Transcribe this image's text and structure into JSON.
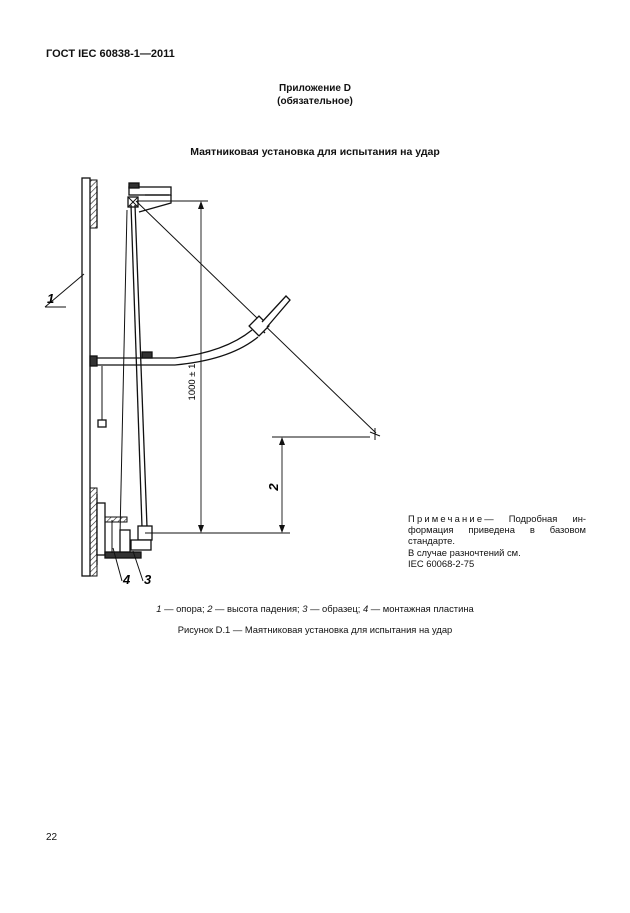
{
  "header": {
    "doc_id": "ГОСТ IEC 60838-1—2011"
  },
  "annex": {
    "title": "Приложение D",
    "status": "(обязательное)"
  },
  "figure": {
    "title": "Маятниковая установка для испытания на удар",
    "callouts": {
      "c1": "1",
      "c2": "2",
      "c3": "3",
      "c4": "4"
    },
    "dimension": "1000 ± 1"
  },
  "note": {
    "label": "Примечание",
    "line1": "— Подробная ин-",
    "line2": "формация приведена в базовом",
    "line3": "стандарте.",
    "line4": "В случае разночтений см.",
    "line5": "IEC 60068-2-75"
  },
  "legend": {
    "n1": "1",
    "t1": " — опора;  ",
    "n2": "2",
    "t2": " — высота падения;  ",
    "n3": "3",
    "t3": " — образец;  ",
    "n4": "4",
    "t4": " — монтажная пластина"
  },
  "caption": "Рисунок D.1 — Маятниковая установка для испытания на удар",
  "page_number": "22"
}
